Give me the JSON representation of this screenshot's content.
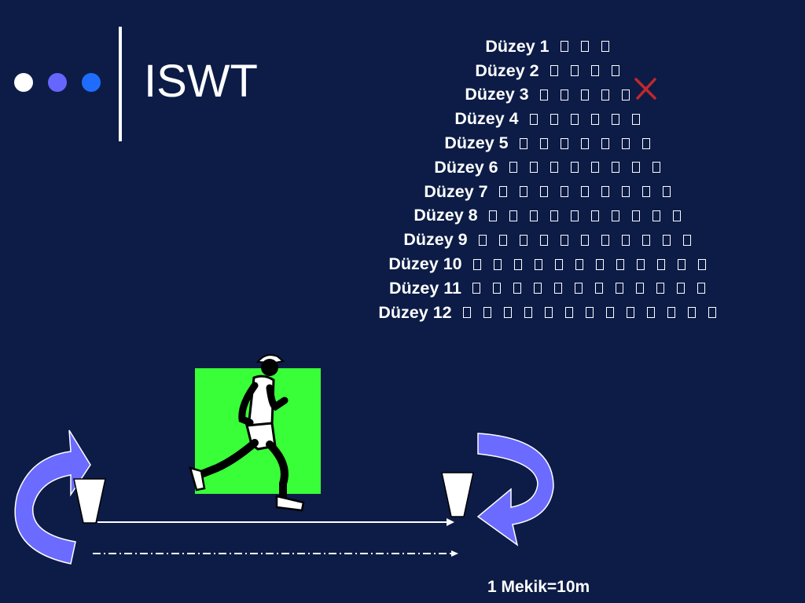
{
  "slide": {
    "title": "ISWT",
    "bullet_colors": [
      "#ffffff",
      "#6666ff",
      "#1f6dff"
    ],
    "accent_green": "#39ff39",
    "arrow_color": "#6b6bff"
  },
  "levels": [
    {
      "label": "Düzey 1",
      "boxes": 3
    },
    {
      "label": "Düzey  2",
      "boxes": 4
    },
    {
      "label": "Düzey 3",
      "boxes": 5
    },
    {
      "label": "Düzey 4",
      "boxes": 6
    },
    {
      "label": "Düzey 5",
      "boxes": 7
    },
    {
      "label": "Düzey 6",
      "boxes": 8
    },
    {
      "label": "Düzey 7",
      "boxes": 9
    },
    {
      "label": "Düzey 8",
      "boxes": 10
    },
    {
      "label": "Düzey 9",
      "boxes": 11
    },
    {
      "label": "Düzey 10",
      "boxes": 12
    },
    {
      "label": "Düzey 11",
      "boxes": 12
    },
    {
      "label": "Düzey 12",
      "boxes": 13
    }
  ],
  "marker": {
    "icon": "x-mark-icon",
    "color": "#c0282d"
  },
  "caption": "1 Mekik=10m"
}
